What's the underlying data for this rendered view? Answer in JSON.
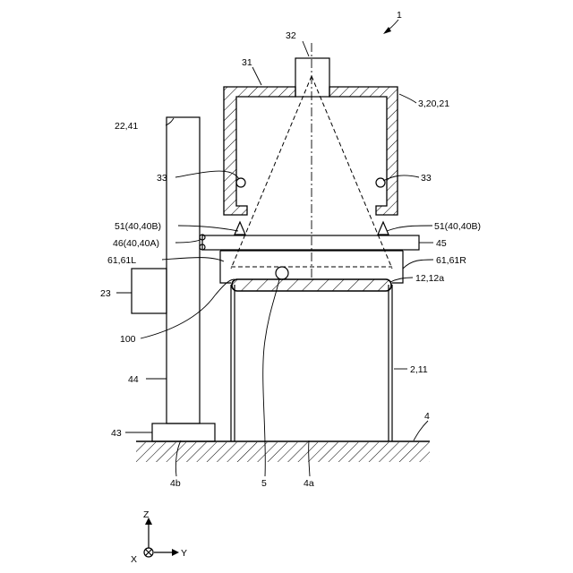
{
  "labels": {
    "device": "1",
    "camera": "32",
    "housing": "31",
    "housing_ref": "3,20,21",
    "frame": "22,41",
    "light_left": "33",
    "light_right": "33",
    "support_left": "51(40,40B)",
    "support_right": "51(40,40B)",
    "hinge": "46(40,40A)",
    "plate": "45",
    "bracket_left": "61,61L",
    "bracket_right": "61,61R",
    "lid": "12,12a",
    "controller": "23",
    "target": "100",
    "post": "44",
    "container": "2,11",
    "base": "43",
    "floor": "4",
    "floor_b": "4b",
    "object": "5",
    "floor_a": "4a"
  },
  "axes": {
    "z": "Z",
    "x": "X",
    "y": "Y"
  }
}
